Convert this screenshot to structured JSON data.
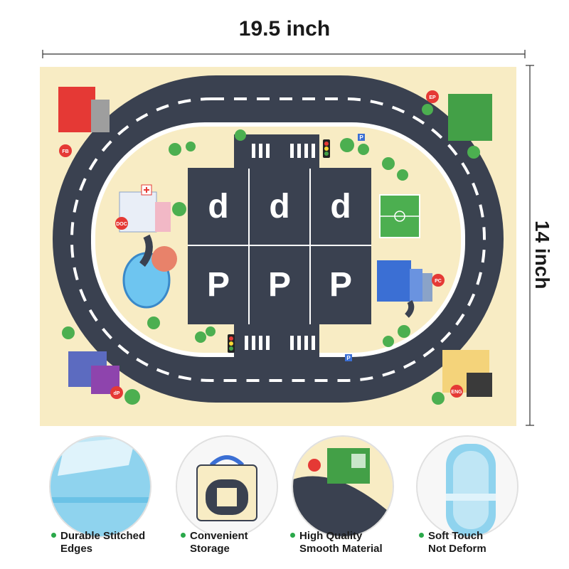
{
  "dimensions": {
    "width_label": "19.5 inch",
    "height_label": "14 inch"
  },
  "mat": {
    "parking_top_letter": "d",
    "parking_bottom_letter": "P",
    "badges": [
      "FB",
      "EP",
      "DOC",
      "PC",
      "dP",
      "ENG"
    ],
    "parking_sign": "P"
  },
  "features": [
    {
      "line1": "Durable Stitched",
      "line2": "Edges"
    },
    {
      "line1": "Convenient",
      "line2": "Storage"
    },
    {
      "line1": "High Quality",
      "line2": "Smooth Material"
    },
    {
      "line1": "Soft Touch",
      "line2": "Not Deform"
    }
  ],
  "colors": {
    "road": "#3a4150",
    "mat_background": "#f8ecc4",
    "accent_green": "#2aa84a",
    "water": "#6ec5f0"
  }
}
